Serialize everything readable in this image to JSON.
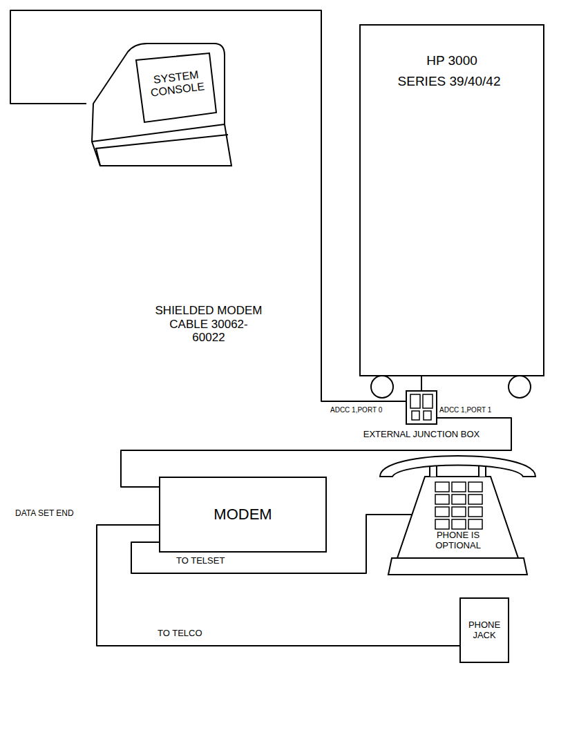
{
  "diagram": {
    "nodes": [
      {
        "text": [
          "SYSTEM CONSOLE"
        ]
      },
      {
        "text": [
          "HP 3000",
          "SERIES 39/40/42"
        ]
      },
      {
        "text": [
          "EXTERNAL JUNCTION BOX"
        ]
      },
      {
        "text": [
          "MODEM"
        ]
      },
      {
        "text": [
          "PHONE IS OPTIONAL"
        ]
      },
      {
        "text": [
          "PHONE JACK"
        ]
      }
    ],
    "edges": [
      {
        "from": 0,
        "to": 2,
        "arrow": "none"
      },
      {
        "from": 1,
        "to": 2,
        "arrow": "none"
      },
      {
        "from": 2,
        "to": 3,
        "label": "SHIELDED MODEM CABLE 30062-60022",
        "arrow": "none"
      },
      {
        "from": 3,
        "to": 4,
        "label": "TO TELSET",
        "arrow": "none"
      },
      {
        "from": 3,
        "to": 5,
        "label": "TO TELCO",
        "arrow": "none"
      }
    ],
    "labels": [
      "ADCC 1,PORT 0",
      "ADCC 1,PORT 1",
      "DATA SET END"
    ]
  }
}
